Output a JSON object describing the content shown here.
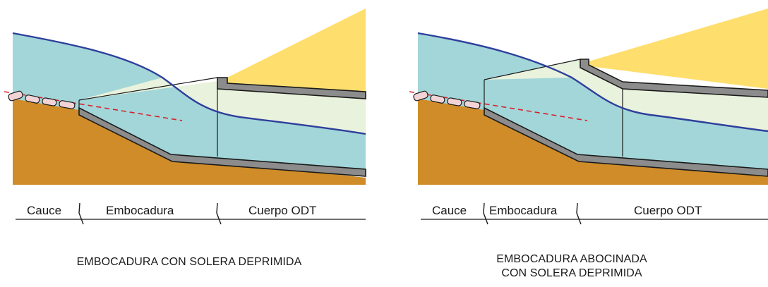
{
  "colors": {
    "earth": "#CF8C28",
    "water": "#A2D6D9",
    "water_deep": "#93D1CE",
    "culvert_fill": "#E9F2DC",
    "fill_embankment": "#FEDF6E",
    "wall": "#8C8C8C",
    "water_surface_line": "#2E3F9C",
    "bed_slope_line": "#D8202C",
    "riprap": "#F2D4D6"
  },
  "left_diagram": {
    "segments": {
      "cauce": "Cauce",
      "embocadura": "Embocadura",
      "cuerpo": "Cuerpo ODT"
    },
    "caption": "EMBOCADURA CON SOLERA DEPRIMIDA"
  },
  "right_diagram": {
    "segments": {
      "cauce": "Cauce",
      "embocadura": "Embocadura",
      "cuerpo": "Cuerpo ODT"
    },
    "caption_line1": "EMBOCADURA ABOCINADA",
    "caption_line2": "CON SOLERA DEPRIMIDA"
  }
}
